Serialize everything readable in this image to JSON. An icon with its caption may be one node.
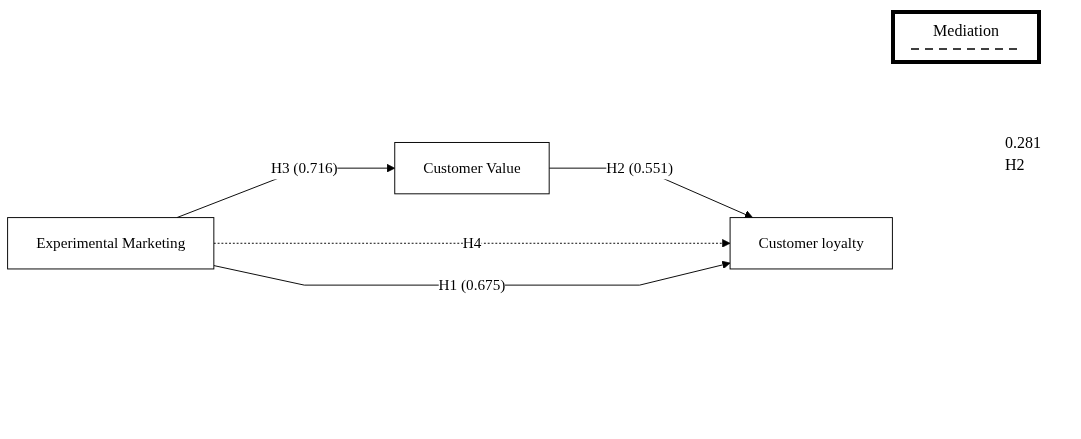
{
  "diagram": {
    "nodes": [
      {
        "text": [
          "Customer Value"
        ]
      },
      {
        "text": [
          "Experimental Marketing"
        ]
      },
      {
        "text": [
          "Customer loyalty"
        ]
      }
    ],
    "edges": [
      {
        "from": 1,
        "to": 0,
        "arrow": "to",
        "label": "H3 (0.716)"
      },
      {
        "from": 0,
        "to": 2,
        "arrow": "to",
        "label": "H2 (0.551)"
      },
      {
        "from": 1,
        "to": 2,
        "arrow": "to",
        "label": "H4",
        "style": "dashed"
      },
      {
        "from": 1,
        "to": 2,
        "arrow": "to",
        "label": "H1 (0.675)"
      }
    ],
    "labels": [
      "0.281",
      "H2"
    ],
    "legend": [
      {
        "text": "Mediation"
      }
    ]
  }
}
